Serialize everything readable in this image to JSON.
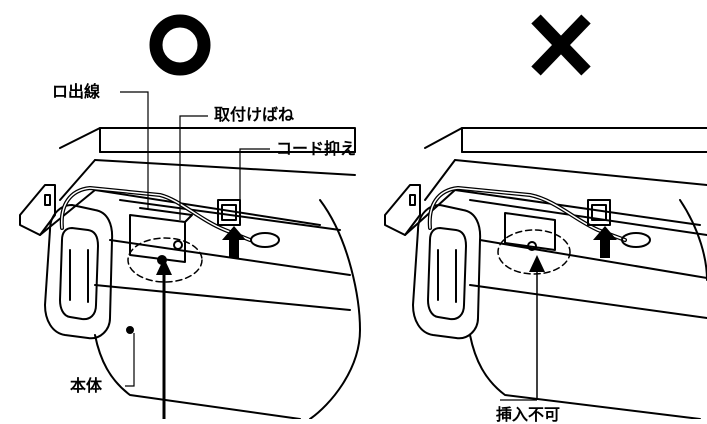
{
  "marks": {
    "correct": "O",
    "incorrect": "X"
  },
  "labels": {
    "lead_outlet": "ロ出線",
    "mounting_spring": "取付けばね",
    "cord_holder": "コード抑え",
    "body": "本体",
    "no_insert": "挿入不可"
  },
  "colors": {
    "ink": "#000000",
    "paper": "#ffffff"
  }
}
